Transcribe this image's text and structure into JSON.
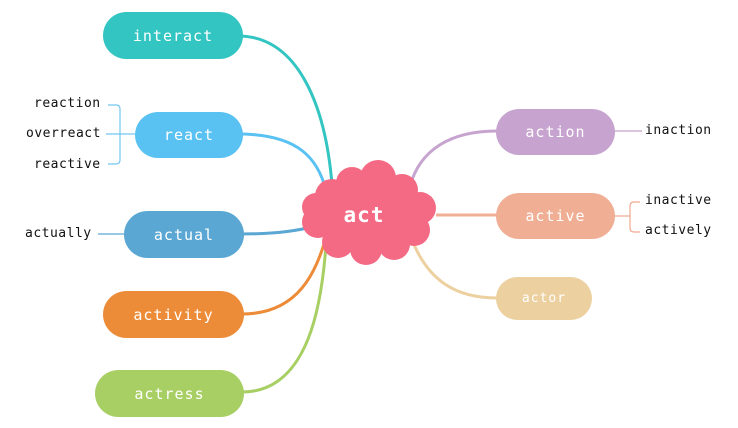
{
  "colors": {
    "center": "#f46a85",
    "interact": "#33c5c2",
    "react": "#5ac2f2",
    "actual": "#5aa7d3",
    "activity": "#ed8c38",
    "actress": "#a8cf63",
    "action": "#c7a4cf",
    "active": "#f0ae95",
    "actor": "#edd09f",
    "react_bracket": "#72c7f0",
    "action_line": "#c6a1cc",
    "active_bracket": "#f0a890"
  },
  "center": {
    "label": "act"
  },
  "left_branches": [
    {
      "key": "interact",
      "label": "interact",
      "children": []
    },
    {
      "key": "react",
      "label": "react",
      "children": [
        "reaction",
        "overreact",
        "reactive"
      ]
    },
    {
      "key": "actual",
      "label": "actual",
      "children": [
        "actually"
      ]
    },
    {
      "key": "activity",
      "label": "activity",
      "children": []
    },
    {
      "key": "actress",
      "label": "actress",
      "children": []
    }
  ],
  "right_branches": [
    {
      "key": "action",
      "label": "action",
      "children": [
        "inaction"
      ]
    },
    {
      "key": "active",
      "label": "active",
      "children": [
        "inactive",
        "actively"
      ]
    },
    {
      "key": "actor",
      "label": "actor",
      "children": []
    }
  ]
}
